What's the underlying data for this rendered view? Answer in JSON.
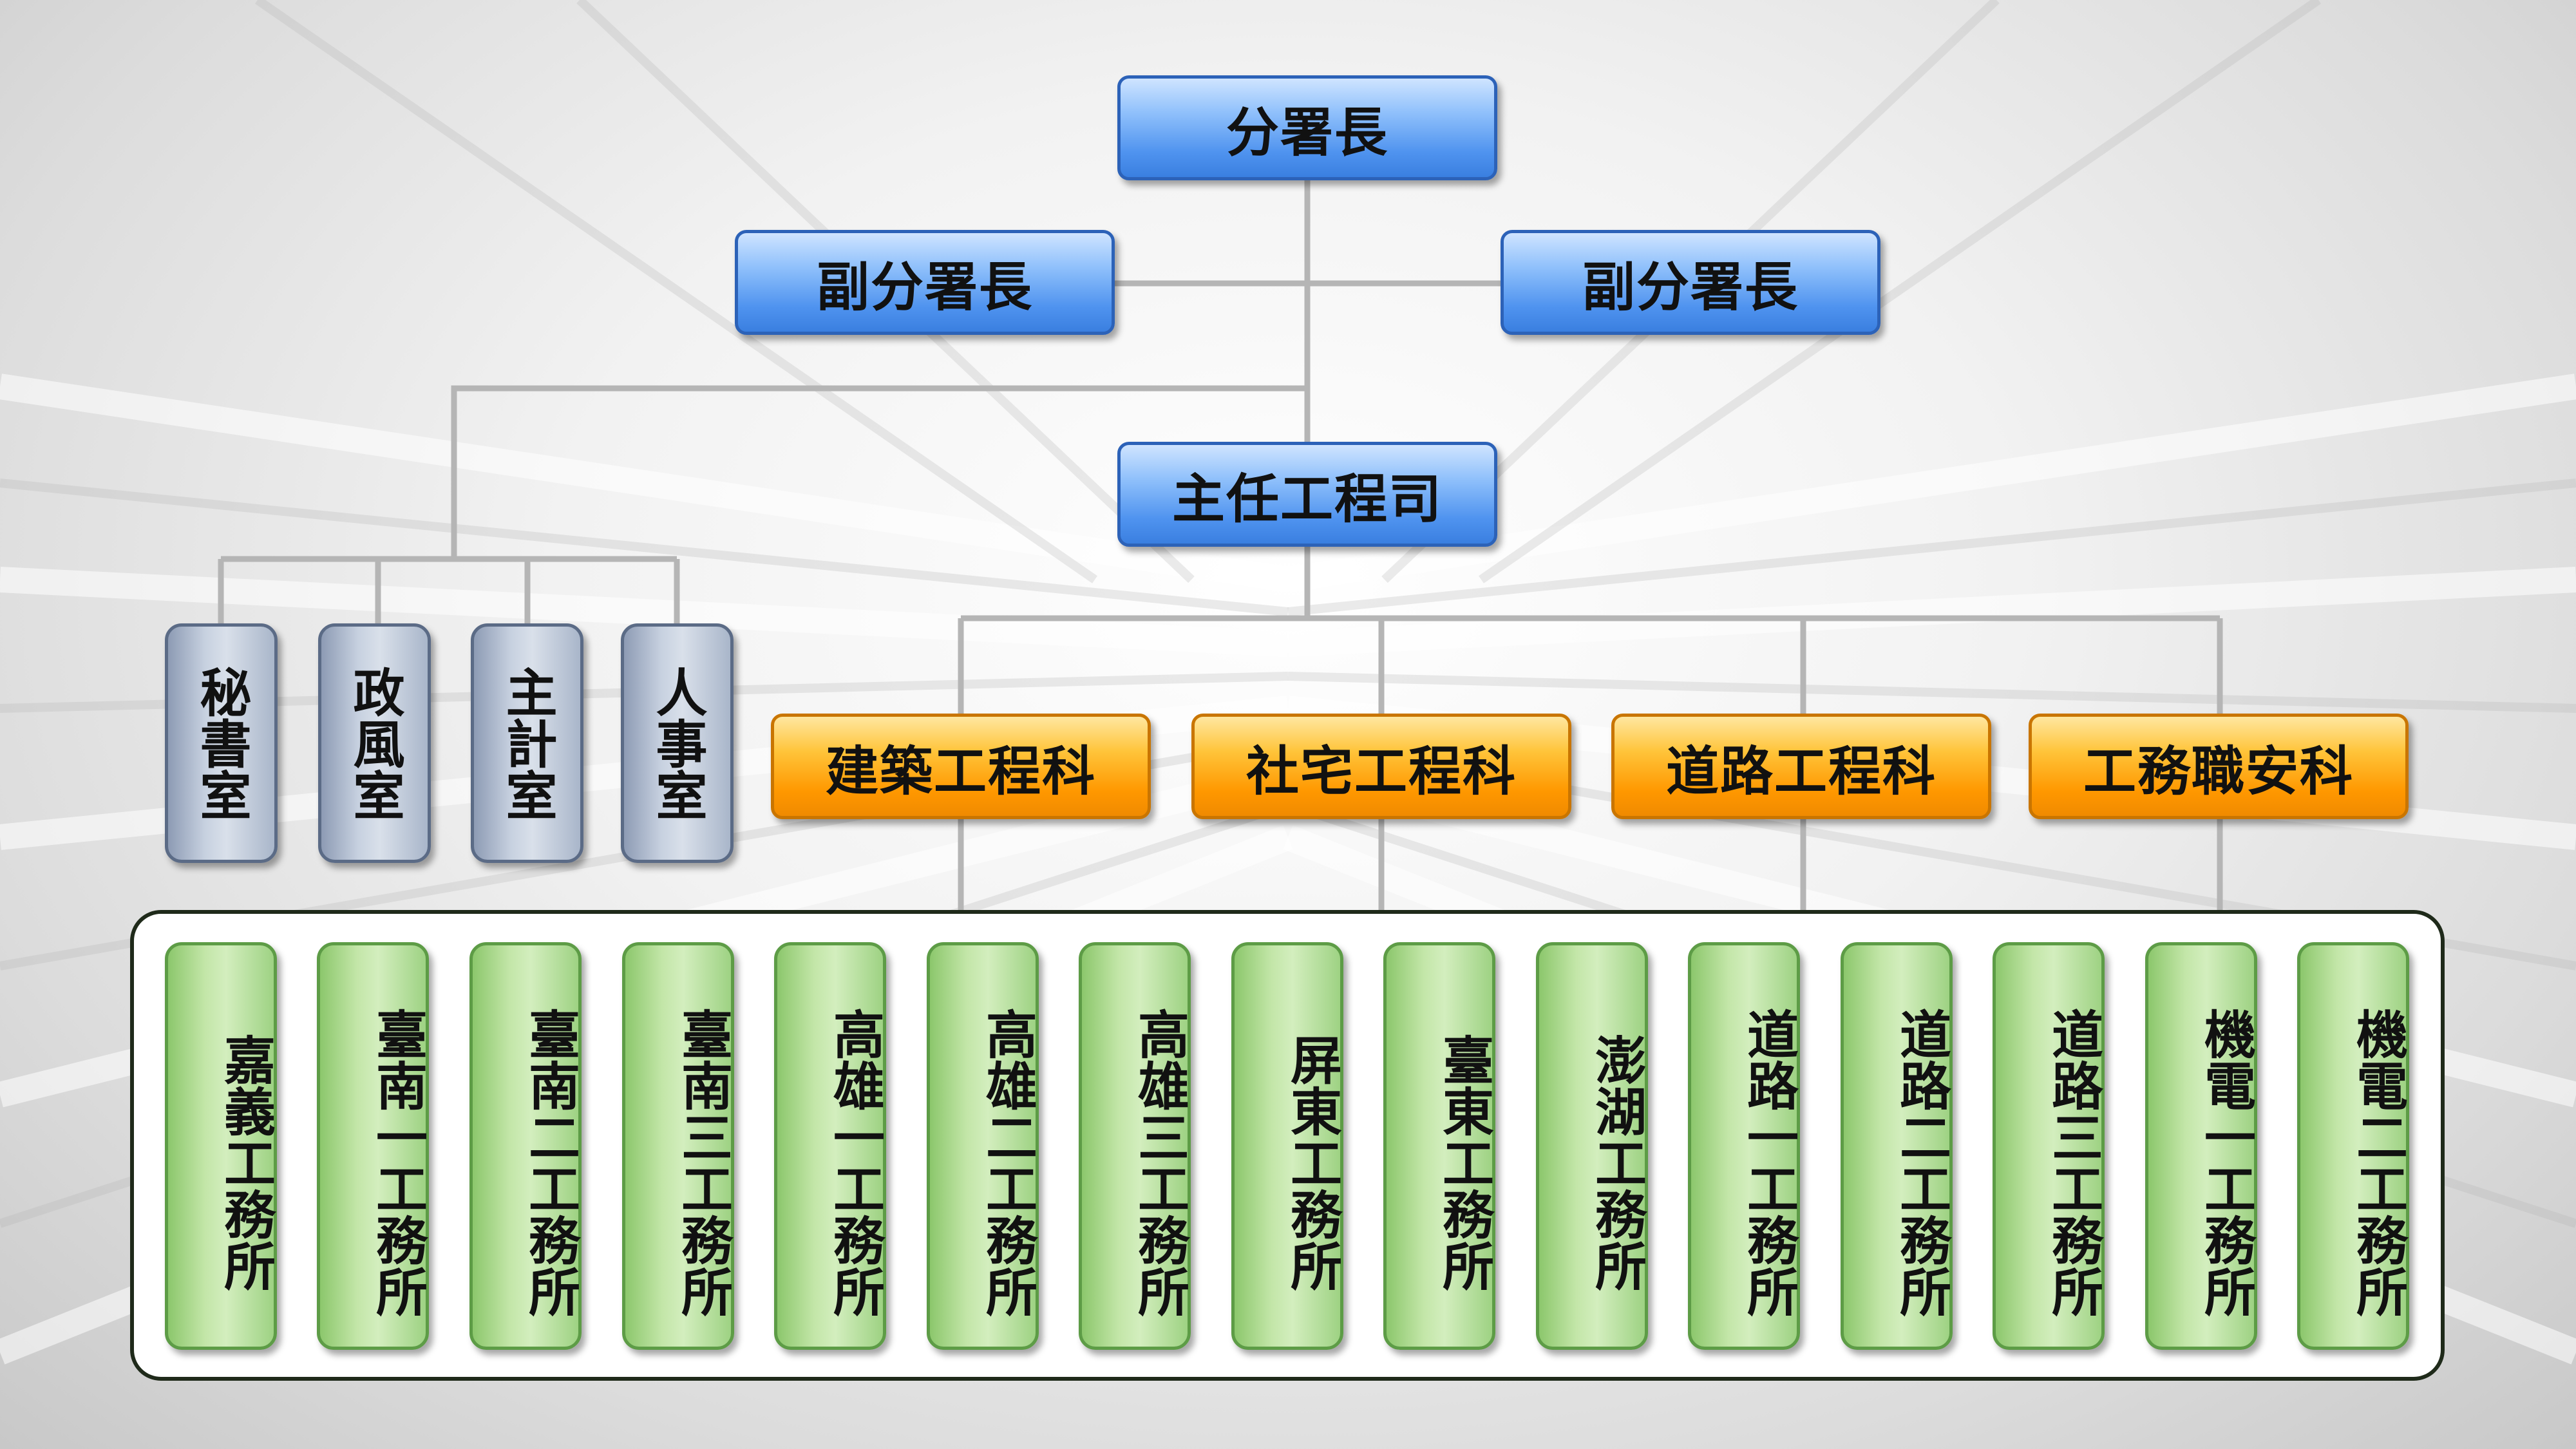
{
  "org": {
    "director": "分署長",
    "deputies": [
      "副分署長",
      "副分署長"
    ],
    "chief_engineer": "主任工程司",
    "offices": [
      "秘書室",
      "政風室",
      "主計室",
      "人事室"
    ],
    "sections": [
      "建築工程科",
      "社宅工程科",
      "道路工程科",
      "工務職安科"
    ],
    "field_offices": [
      "嘉義工務所",
      "臺南一工務所",
      "臺南二工務所",
      "臺南三工務所",
      "高雄一工務所",
      "高雄二工務所",
      "高雄三工務所",
      "屏東工務所",
      "臺東工務所",
      "澎湖工務所",
      "道路一工務所",
      "道路二工務所",
      "道路三工務所",
      "機電一工務所",
      "機電二工務所"
    ]
  },
  "colors": {
    "top_boxes": "#4f93ef",
    "sections": "#ff9800",
    "offices": "#a9b6ca",
    "field_offices": "#9ed283",
    "connectors": "#b5b5b5"
  }
}
